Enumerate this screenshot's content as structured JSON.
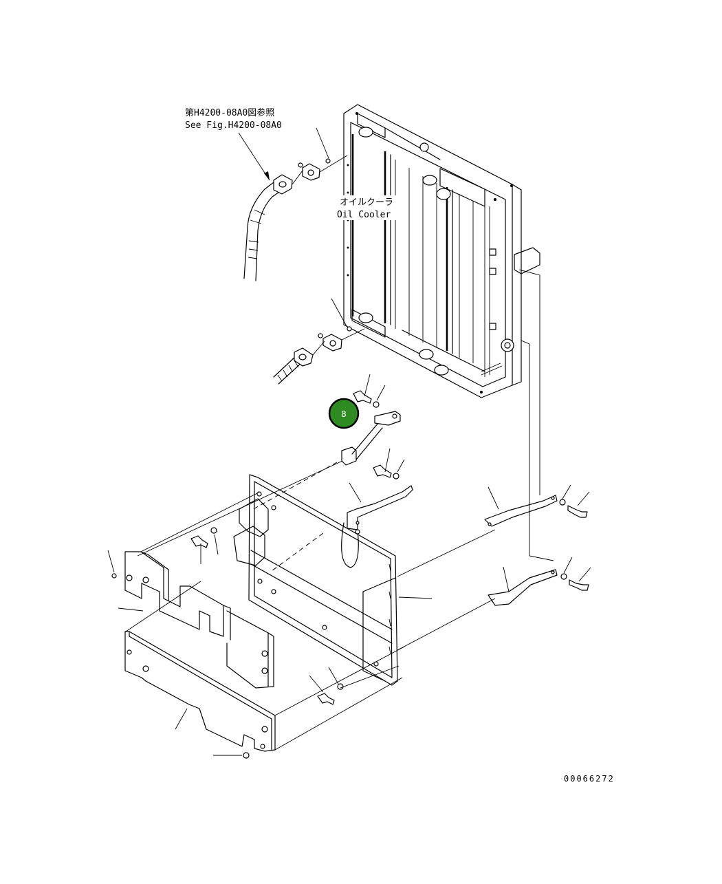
{
  "callouts": {
    "reference_jp": "第H4200-08A0図参照",
    "reference_en": "See Fig.H4200-08A0",
    "oil_cooler_jp": "オイルクーラ",
    "oil_cooler_en": "Oil Cooler"
  },
  "hotspot": {
    "label": "8",
    "color": "#2e8b22"
  },
  "drawing_number": "00066272"
}
